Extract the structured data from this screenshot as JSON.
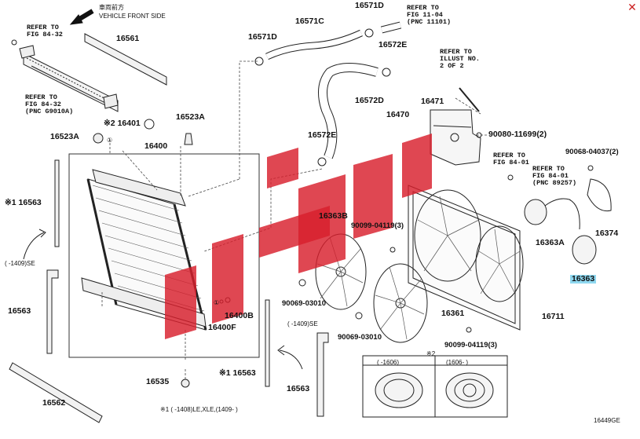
{
  "header": {
    "front_side_jp": "車両前方",
    "front_side_en": "VEHICLE FRONT SIDE"
  },
  "close_icon": "close-icon",
  "accent_color": "#1a9fd4",
  "watermark_color": "#d81e2c",
  "parts": {
    "p16561": "16561",
    "p16571D_a": "16571D",
    "p16571C": "16571C",
    "p16571D_b": "16571D",
    "p16572E_a": "16572E",
    "p16572D": "16572D",
    "p16471": "16471",
    "p16470": "16470",
    "p16572E_b": "16572E",
    "p16401": "16401",
    "mark16401": "※2",
    "p16523A_a": "16523A",
    "p16523A_b": "16523A",
    "p16400": "16400",
    "p16563_left": "※1 16563",
    "p16363B": "16363B",
    "p16363A": "16363A",
    "p16363": "16363",
    "p16374": "16374",
    "p16711": "16711",
    "p16361": "16361",
    "p16400B": "16400B",
    "p16400F": "16400F",
    "p16563_a": "16563",
    "p16563_mid": "※1 16563",
    "p16563_b": "16563",
    "p16535": "16535",
    "p16562": "16562",
    "b900801": "90080-11699(2)",
    "b90068": "90068-04037(2)",
    "b90099_a": "90099-04119(3)",
    "b90069_a": "90069-03010",
    "b90069_b": "90069-03010",
    "b90099_b": "90099-04119(3)"
  },
  "refs": {
    "r1": "REFER TO\nFIG 84-32",
    "r2": "REFER TO\nFIG 84-32\n(PNC G9010A)",
    "r3": "REFER TO\nFIG 11-04\n(PNC 11101)",
    "r4": "REFER TO\nILLUST NO.\n2 OF 2",
    "r5": "REFER TO\nFIG 84-01",
    "r6": "REFER TO\nFIG 84-01\n(PNC 89257)"
  },
  "notes": {
    "se1": "(    -1409)SE",
    "se2": "(    -1409)SE",
    "star2": "※2",
    "cap_left": "(      -1606)",
    "cap_right": "(1606-      )",
    "footnote": "※1 (    -1408)LE,XLE,(1409-      )",
    "circle1_a": "①",
    "circle1_b": "①",
    "code": "16449GE"
  }
}
